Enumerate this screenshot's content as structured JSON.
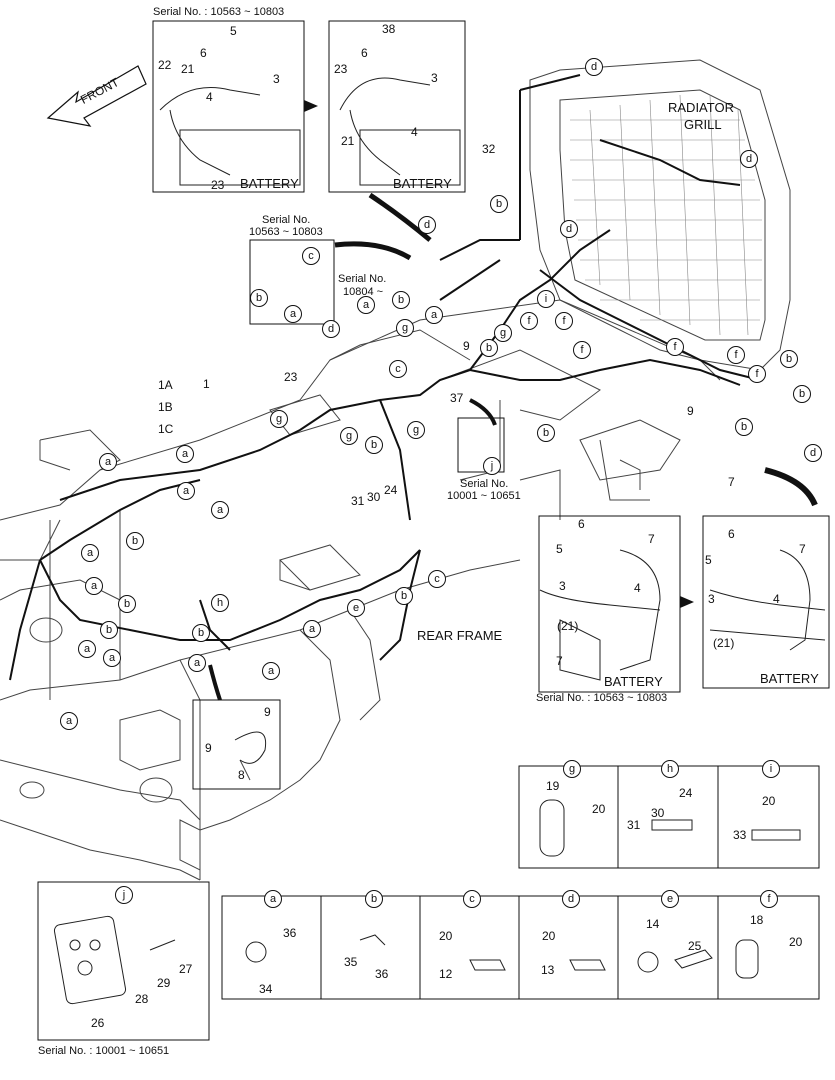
{
  "serial_labels": {
    "top_left": "Serial No. : 10563 ~ 10803",
    "mid_small_1": "Serial No.",
    "mid_small_2": "10563 ~ 10803",
    "mid_right_1": "Serial No.",
    "mid_right_2": "10804 ~",
    "mid_j_1": "Serial No.",
    "mid_j_2": "10001 ~ 10651",
    "battery_right": "Serial No. : 10563 ~ 10803",
    "bottom_j": "Serial No. : 10001 ~ 10651"
  },
  "area_labels": {
    "front": "FRONT",
    "radiator_1": "RADIATOR",
    "radiator_2": "GRILL",
    "rear_frame": "REAR FRAME",
    "battery": "BATTERY"
  },
  "callouts": {
    "n1": "1",
    "n1a": "1A",
    "n1b": "1B",
    "n1c": "1C",
    "n3": "3",
    "n4": "4",
    "n5": "5",
    "n6": "6",
    "n7": "7",
    "n8": "8",
    "n9": "9",
    "n12": "12",
    "n13": "13",
    "n14": "14",
    "n18": "18",
    "n19": "19",
    "n20": "20",
    "n21": "21",
    "n21p": "(21)",
    "n22": "22",
    "n23": "23",
    "n24": "24",
    "n25": "25",
    "n26": "26",
    "n27": "27",
    "n28": "28",
    "n29": "29",
    "n30": "30",
    "n31": "31",
    "n32": "32",
    "n33": "33",
    "n34": "34",
    "n35": "35",
    "n36": "36",
    "n37": "37",
    "n38": "38"
  },
  "letters": {
    "a": "a",
    "b": "b",
    "c": "c",
    "d": "d",
    "e": "e",
    "f": "f",
    "g": "g",
    "h": "h",
    "i": "i",
    "j": "j"
  }
}
